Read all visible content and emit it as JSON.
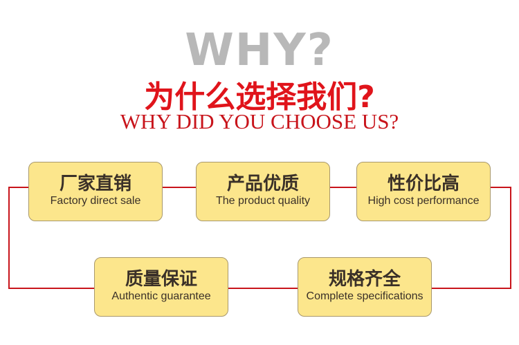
{
  "header": {
    "why": "WHY?",
    "title_cn": "为什么选择我们?",
    "title_en": "WHY DID YOU CHOOSE US?"
  },
  "colors": {
    "accent": "#c8141b",
    "box": "#fce68c",
    "heading_gray": "#b8b8b8"
  },
  "features": [
    {
      "cn": "厂家直销",
      "en": "Factory direct sale"
    },
    {
      "cn": "产品优质",
      "en": "The product quality"
    },
    {
      "cn": "性价比高",
      "en": "High cost performance"
    },
    {
      "cn": "质量保证",
      "en": "Authentic guarantee"
    },
    {
      "cn": "规格齐全",
      "en": "Complete specifications"
    }
  ]
}
